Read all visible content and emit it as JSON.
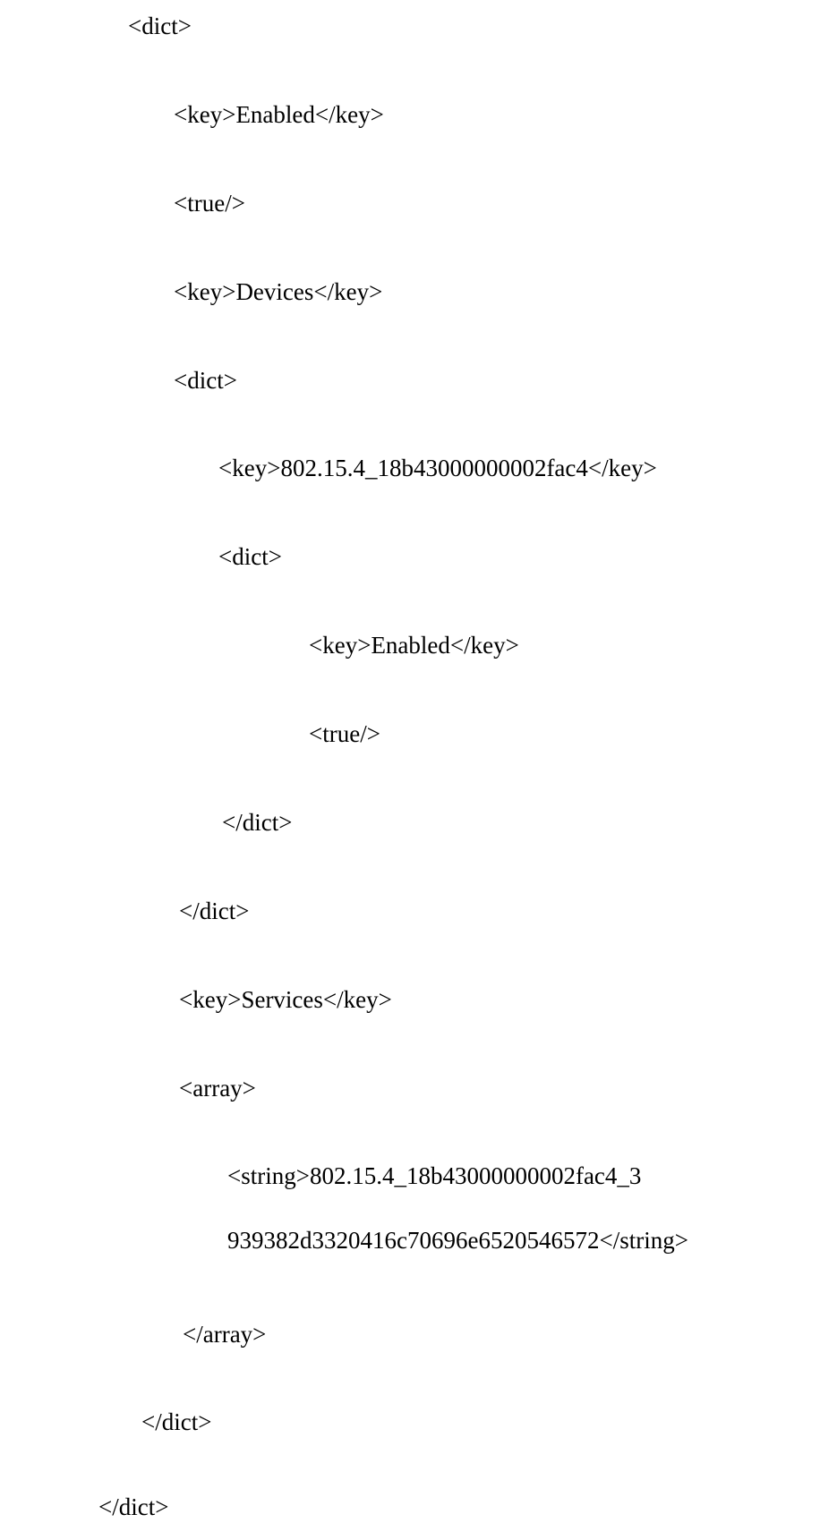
{
  "document": {
    "lines": [
      "<dict>",
      "<key>Enabled</key>",
      "<true/>",
      "<key>Devices</key>",
      "<dict>",
      "<key>802.15.4_18b43000000002fac4</key>",
      "<dict>",
      "<key>Enabled</key>",
      "<true/>",
      "</dict>",
      "</dict>",
      "<key>Services</key>",
      "<array>",
      "<string>802.15.4_18b43000000002fac4_3",
      "939382d3320416c70696e6520546572</string>",
      "</array>",
      "</dict>",
      "</dict>"
    ]
  }
}
